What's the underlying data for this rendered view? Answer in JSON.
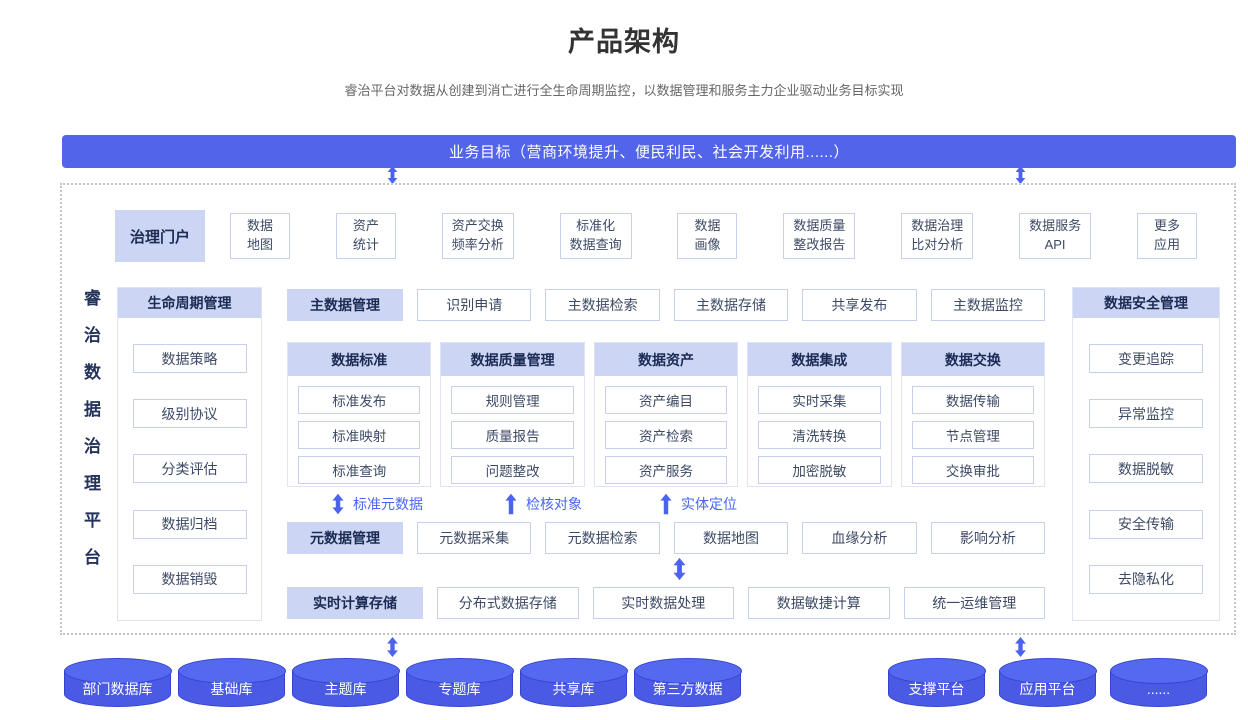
{
  "header": {
    "title": "产品架构",
    "subtitle": "睿治平台对数据从创建到消亡进行全生命周期监控，以数据管理和服务主力企业驱动业务目标实现"
  },
  "banner": {
    "label": "业务目标（营商环境提升、便民利民、社会开发利用......）"
  },
  "platform": {
    "vertical_label": "睿治数据治理平台"
  },
  "portal": {
    "title": "治理门户",
    "items": [
      "数据\n地图",
      "资产\n统计",
      "资产交换\n频率分析",
      "标准化\n数据查询",
      "数据\n画像",
      "数据质量\n整改报告",
      "数据治理\n比对分析",
      "数据服务\nAPI",
      "更多\n应用"
    ]
  },
  "lifecycle": {
    "title": "生命周期管理",
    "items": [
      "数据策略",
      "级别协议",
      "分类评估",
      "数据归档",
      "数据销毁"
    ]
  },
  "master_data": {
    "title": "主数据管理",
    "items": [
      "识别申请",
      "主数据检索",
      "主数据存储",
      "共享发布",
      "主数据监控"
    ]
  },
  "columns": [
    {
      "title": "数据标准",
      "items": [
        "标准发布",
        "标准映射",
        "标准查询"
      ]
    },
    {
      "title": "数据质量管理",
      "items": [
        "规则管理",
        "质量报告",
        "问题整改"
      ]
    },
    {
      "title": "数据资产",
      "items": [
        "资产编目",
        "资产检索",
        "资产服务"
      ]
    },
    {
      "title": "数据集成",
      "items": [
        "实时采集",
        "清洗转换",
        "加密脱敏"
      ]
    },
    {
      "title": "数据交换",
      "items": [
        "数据传输",
        "节点管理",
        "交换审批"
      ]
    }
  ],
  "flow_labels": [
    {
      "label": "标准元数据",
      "arrow": "double"
    },
    {
      "label": "检核对象",
      "arrow": "up"
    },
    {
      "label": "实体定位",
      "arrow": "up"
    }
  ],
  "metadata": {
    "title": "元数据管理",
    "items": [
      "元数据采集",
      "元数据检索",
      "数据地图",
      "血缘分析",
      "影响分析"
    ]
  },
  "realtime": {
    "title": "实时计算存储",
    "items": [
      "分布式数据存储",
      "实时数据处理",
      "数据敏捷计算",
      "统一运维管理"
    ]
  },
  "security": {
    "title": "数据安全管理",
    "items": [
      "变更追踪",
      "异常监控",
      "数据脱敏",
      "安全传输",
      "去隐私化"
    ]
  },
  "databases": {
    "left": [
      "部门数据库",
      "基础库",
      "主题库",
      "专题库",
      "共享库",
      "第三方数据"
    ],
    "right": [
      "支撑平台",
      "应用平台",
      "......"
    ]
  },
  "colors": {
    "accent_blue": "#5164ea",
    "header_bg": "#ccd5f4",
    "header_text": "#1c2b54",
    "item_border": "#c8cfe8",
    "item_text": "#3d4a66",
    "arrow_blue": "#4c63ef",
    "cylinder_body": "#4a5ae4",
    "cylinder_top": "#5568f0"
  }
}
